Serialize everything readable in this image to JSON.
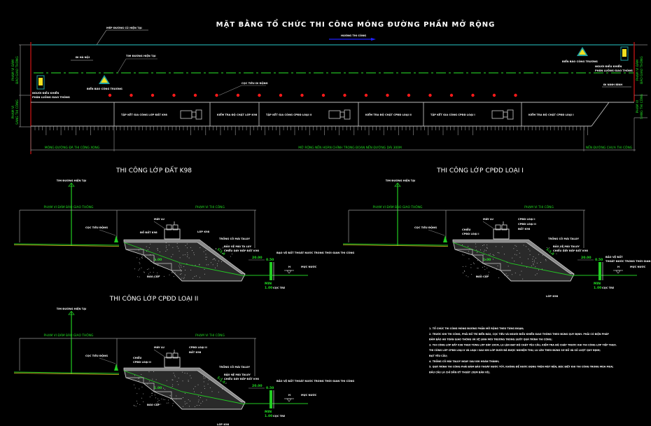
{
  "plan": {
    "title": "MẶT BẰNG TỔ CHỨC THI CÔNG MÓNG ĐƯỜNG PHẦN MỞ RỘNG",
    "direction_label": "HƯỚNG THI CÔNG",
    "existing_edge_label": "MÉP ĐƯỜNG CŨ HIỆN TẠI",
    "to_hanoi_label": "ĐI HÀ NỘI",
    "road_centerline_label": "TIM ĐƯỜNG HIỆN TẠI",
    "to_ninhbinh_label": "ĐI NINH BÌNH",
    "cone_label": "CỌC TIÊU DI ĐỘNG",
    "sign_left_label": "BIỂN BÁO CÔNG TRƯỜNG",
    "sign_right_label": "BIỂN BÁO CÔNG TRƯỜNG",
    "person_left_label": [
      "NGƯỜI ĐIỀU KHIỂN",
      "PHÂN LUỒNG GIAO THÔNG"
    ],
    "person_right_label": [
      "NGƯỜI ĐIỀU KHIỂN",
      "PHÂN LUỒNG GIAO THÔNG"
    ],
    "side_label_left_top": [
      "PHẠM VI ĐẢM",
      "BẢO GIAO THÔNG"
    ],
    "side_label_left_bottom": [
      "PHẠM VI",
      "SANG THI CÔNG"
    ],
    "side_label_right_top": [
      "PHẠM VI ĐẢM",
      "BẢO GIAO THÔNG"
    ],
    "side_label_right_bottom": [
      "PHẠM VI",
      "SANG THI CÔNG"
    ],
    "segments": [
      {
        "label": "TẬP KẾT GIA CÔNG LỚP ĐẤT K98",
        "roller": true
      },
      {
        "label": "KIỂM TRA ĐỘ CHẶT LỚP K98",
        "roller": false
      },
      {
        "label": "TẬP KẾT GIA CÔNG CPĐD LOẠI II",
        "roller": true
      },
      {
        "label": "KIỂM TRA ĐỘ CHẶT CPĐD LOẠI II",
        "roller": false
      },
      {
        "label": "TẬP KẾT GIA CÔNG CPĐD LOẠI I",
        "roller": true
      },
      {
        "label": "KIỂM TRA ĐỘ CHẶT CPĐD LOẠI I",
        "roller": false
      }
    ],
    "bottom_labels": {
      "left": "MÓNG ĐƯỜNG ĐÃ THI CÔNG XONG",
      "middle": "MỞ RỘNG NỀN HOÀN CHỈNH TRONG ĐOẠN NỀN ĐƯỜNG DÀI 300M",
      "right": "NỀN ĐƯỜNG CHƯA THI CÔNG"
    }
  },
  "sections": [
    {
      "title": "THI CÔNG LỚP ĐẤT K98",
      "centerline_label": "TIM ĐƯỜNG HIỆN TẠI",
      "traffic_zone_label": "PHẠM VI ĐẢM BẢO GIAO THÔNG",
      "work_zone_label": "PHẠM VI THI CÔNG",
      "cone_label": "CỌC TIÊU ĐỘNG",
      "machine_label": "MÁY LU",
      "layer_labels": [
        "ĐỔ ĐẤT K98"
      ],
      "subbase_label": "LỚP K98",
      "slope_top_label": "TRỒNG CỎ MÁI TALUY",
      "slope_protect_label": [
        "BẢO VỆ MÁI TA LUY",
        "CHIỀU DÀY ĐẮP ĐẤT K98"
      ],
      "ditch_label": "BẠO VỆ ĐẤT THOÁT NƯỚC TRONG THỜI GIAN THI CÔNG",
      "water_label": "MỰC NƯỚC",
      "ditch_bottom_label": "CỌC TRE",
      "bench_label": "ĐÀO CẤP",
      "bench_dim": "1.00",
      "berm_dim": "20.00",
      "min_dim": "MIN",
      "min_value": "1.00",
      "slope_ratio": "1:1.5",
      "water_symbol": "H",
      "lower_label": "",
      "depth_dim": "0.50"
    },
    {
      "title": "THI CÔNG LỚP CPĐD LOẠI I",
      "centerline_label": "TIM ĐƯỜNG HIỆN TẠI",
      "traffic_zone_label": "PHẠM VI ĐẢM BẢO GIAO THÔNG",
      "work_zone_label": "PHẠM VI THI CÔNG",
      "cone_label": "CỌC TIÊU ĐỘNG",
      "machine_label": "MÁY LU",
      "layer_labels": [
        "CPĐD LOẠI I",
        "CPĐD LOẠI II",
        "ĐẤT K98"
      ],
      "subbase_label": "CPĐD LOẠI I",
      "subbase_prefix": "CHIỀU",
      "slope_top_label": "TRỒNG CỎ MÁI TALUY",
      "slope_protect_label": [
        "BẢO VỆ MÁI TALUY",
        "CHIỀU DÀY ĐẮP ĐẤT K98"
      ],
      "ditch_label": [
        "BẢO VỆ ĐẤT",
        "THOÁT NƯỚC TRONG THỜI GIAN"
      ],
      "water_label": "MỰC NƯỚC",
      "ditch_bottom_label": "CỌC TRE",
      "bench_label": "ĐÀO CẤP",
      "bench_dim": "1.00",
      "berm_dim": "20.00",
      "min_dim": "MIN",
      "min_value": "1.00",
      "slope_ratio": "1:1.5",
      "water_symbol": "H",
      "lower_label": "LỚP K98",
      "depth_dim": "0.50"
    },
    {
      "title": "THI CÔNG LỚP CPĐD LOẠI II",
      "centerline_label": "TIM ĐƯỜNG HIỆN TẠI",
      "traffic_zone_label": "PHẠM VI ĐẢM BẢO GIAO THÔNG",
      "work_zone_label": "PHẠM VI THI CÔNG",
      "cone_label": "CỌC TIÊU ĐỘNG",
      "machine_label": "MÁY LU",
      "layer_labels": [
        "CPĐD LOẠI II",
        "ĐẤT K98"
      ],
      "subbase_label": "CPĐD LOẠI II",
      "subbase_prefix": "CHIỀU",
      "slope_top_label": "TRỒNG CỎ MÁI TALUY",
      "slope_protect_label": [
        "BẢO VỆ MÁI TALUY",
        "CHIỀU DÀY ĐẮP ĐẤT K98"
      ],
      "ditch_label": "BẢO VỆ ĐẤT THOÁT NƯỚC TRONG THỜI GIAN THI CÔNG",
      "water_label": "MỰC NƯỚC",
      "ditch_bottom_label": "CỌC TRE",
      "bench_label": "ĐÀO CẤP",
      "bench_dim": "1.00",
      "berm_dim": "20.00",
      "min_dim": "MIN",
      "min_value": "1.00",
      "slope_ratio": "1:1.5",
      "water_symbol": "H",
      "lower_label": "LỚP K98",
      "depth_dim": "0.50"
    }
  ],
  "notes": [
    "1. TỔ CHỨC THI CÔNG MÓNG ĐƯỜNG PHẦN MỞ RỘNG THEO TỪNG ĐOẠN;",
    "2. TRƯỚC KHI THI CÔNG, PHẢI BỐ TRÍ BIỂN BÁO, CỌC TIÊU VÀ NGƯỜI ĐIỀU KHIỂN GIAO THÔNG THEO ĐÚNG QUY ĐỊNH. PHẢI CÓ BIỆN PHÁP",
    "ĐẢM BẢO AN TOÀN GIAO THÔNG VÀ VỆ SINH MÔI TRƯỜNG TRONG SUỐT QUÁ TRÌNH THI CÔNG;",
    "3. THI CÔNG LỚP ĐẤT K98 THEO TỪNG LỚP DÀY 20CM, LU LÈN ĐẠT ĐỘ CHẶT YÊU CẦU, KIỂM TRA ĐỘ CHẶT TRƯỚC KHI THI CÔNG LỚP TIẾP THEO.",
    "THI CÔNG LỚP CPĐD LOẠI II VÀ LOẠI I SAU KHI LỚP DƯỚI ĐÃ ĐƯỢC NGHIỆM THU; LU LÈN THEO ĐÚNG SƠ ĐỒ VÀ SỐ LƯỢT QUY ĐỊNH;",
    "ĐẠT YÊU CẦU;",
    "4. TRỒNG CỎ MÁI TALUY NGAY SAU KHI HOÀN THÀNH;",
    "5. QUÁ TRÌNH THI CÔNG PHẢI ĐẢM BẢO THOÁT NƯỚC TỐT, KHÔNG ĐỂ NƯỚC ĐỌNG TRÊN MẶT NỀN, ĐẶC BIỆT KHI THI CÔNG TRONG MÙA MƯA;",
    "ĐẦU CẦU LÀ CHỈ DẪN KỸ THUẬT (XEM BẢN VẼ)."
  ],
  "colors": {
    "background": "#000000",
    "line": "#cccccc",
    "green": "#22dd22",
    "cyan": "#20a0a0",
    "red": "#ff1a1a",
    "yellow": "#f0e020",
    "blue": "#2020ff"
  }
}
